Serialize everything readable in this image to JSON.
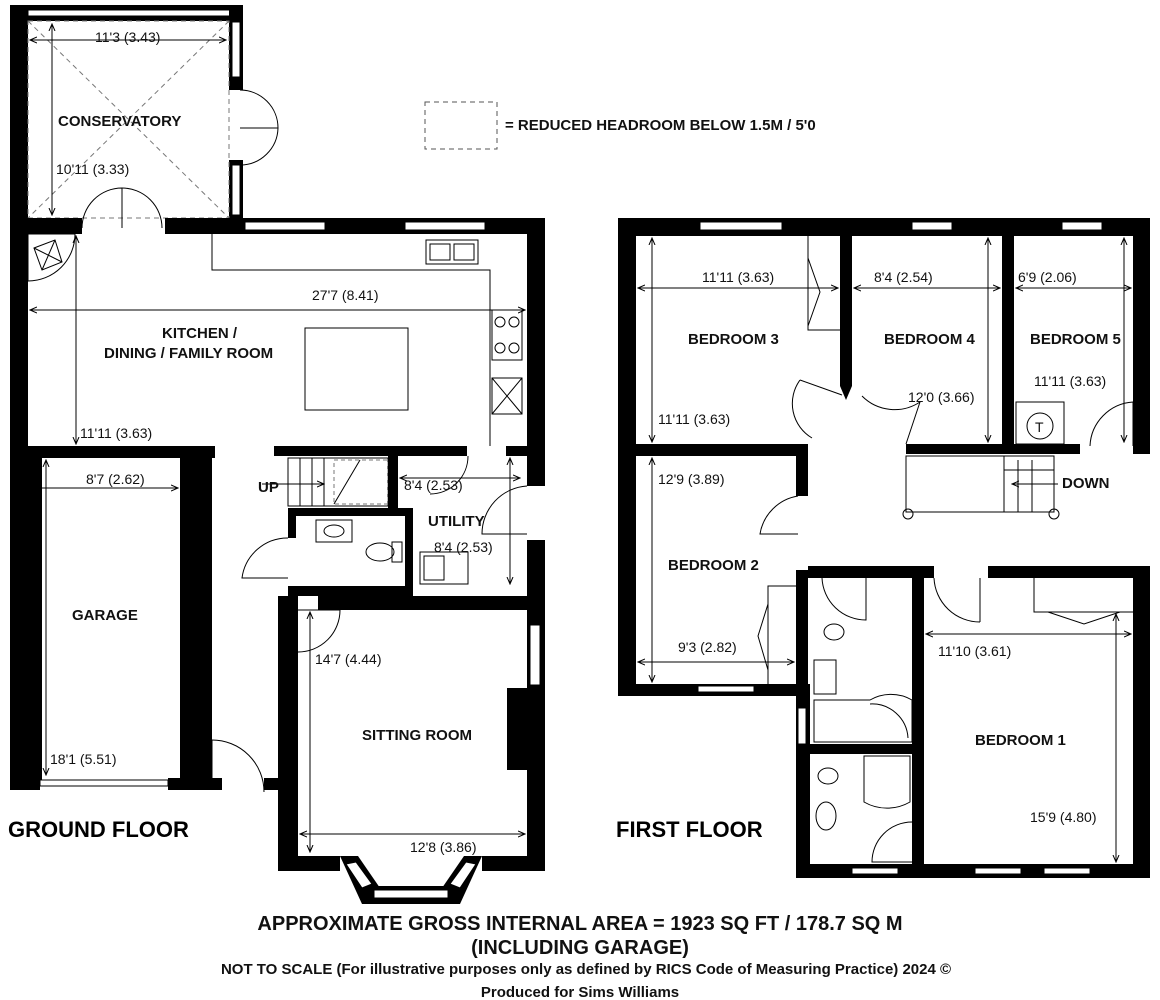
{
  "legend": {
    "text": "= REDUCED HEADROOM BELOW 1.5M / 5'0"
  },
  "ground_floor": {
    "label": "GROUND FLOOR",
    "rooms": {
      "conservatory": "CONSERVATORY",
      "kitchen_line1": "KITCHEN /",
      "kitchen_line2": "DINING / FAMILY ROOM",
      "garage": "GARAGE",
      "utility": "UTILITY",
      "sitting_room": "SITTING ROOM",
      "up": "UP"
    },
    "dims": {
      "conservatory_w": "11'3 (3.43)",
      "conservatory_d": "10'11 (3.33)",
      "kitchen_w": "27'7 (8.41)",
      "kitchen_d": "11'11 (3.63)",
      "garage_w": "8'7 (2.62)",
      "garage_d": "18'1 (5.51)",
      "utility_a": "8'4 (2.53)",
      "utility_b": "8'4 (2.53)",
      "sitting_d": "14'7 (4.44)",
      "sitting_w": "12'8 (3.86)"
    }
  },
  "first_floor": {
    "label": "FIRST FLOOR",
    "rooms": {
      "bedroom1": "BEDROOM 1",
      "bedroom2": "BEDROOM 2",
      "bedroom3": "BEDROOM 3",
      "bedroom4": "BEDROOM 4",
      "bedroom5": "BEDROOM 5",
      "down": "DOWN",
      "tank": "T"
    },
    "dims": {
      "bed3_w": "11'11 (3.63)",
      "bed3_d": "11'11 (3.63)",
      "bed4_w": "8'4 (2.54)",
      "bed4_d": "12'0 (3.66)",
      "bed5_w": "6'9 (2.06)",
      "bed5_d": "11'11 (3.63)",
      "bed2_d": "12'9 (3.89)",
      "bed2_w": "9'3 (2.82)",
      "bed1_w": "11'10 (3.61)",
      "bed1_d": "15'9 (4.80)"
    }
  },
  "footer": {
    "line1": "APPROXIMATE GROSS INTERNAL AREA = 1923 SQ FT / 178.7 SQ M",
    "line2": "(INCLUDING GARAGE)",
    "line3": "NOT TO SCALE (For illustrative purposes only as defined by RICS Code of Measuring Practice) 2024 ©",
    "line4": "Produced for Sims Williams"
  }
}
